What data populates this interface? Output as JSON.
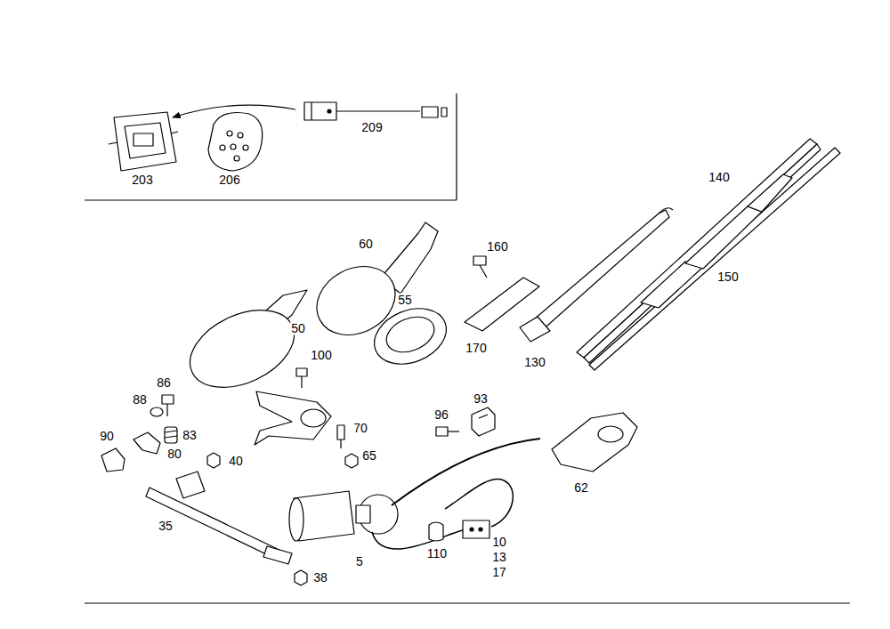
{
  "diagram": {
    "labels": [
      "209",
      "203",
      "206",
      "140",
      "160",
      "60",
      "55",
      "150",
      "50",
      "170",
      "130",
      "100",
      "86",
      "93",
      "88",
      "96",
      "70",
      "90",
      "83",
      "80",
      "40",
      "65",
      "62",
      "10",
      "13",
      "17",
      "35",
      "110",
      "5",
      "38"
    ]
  }
}
